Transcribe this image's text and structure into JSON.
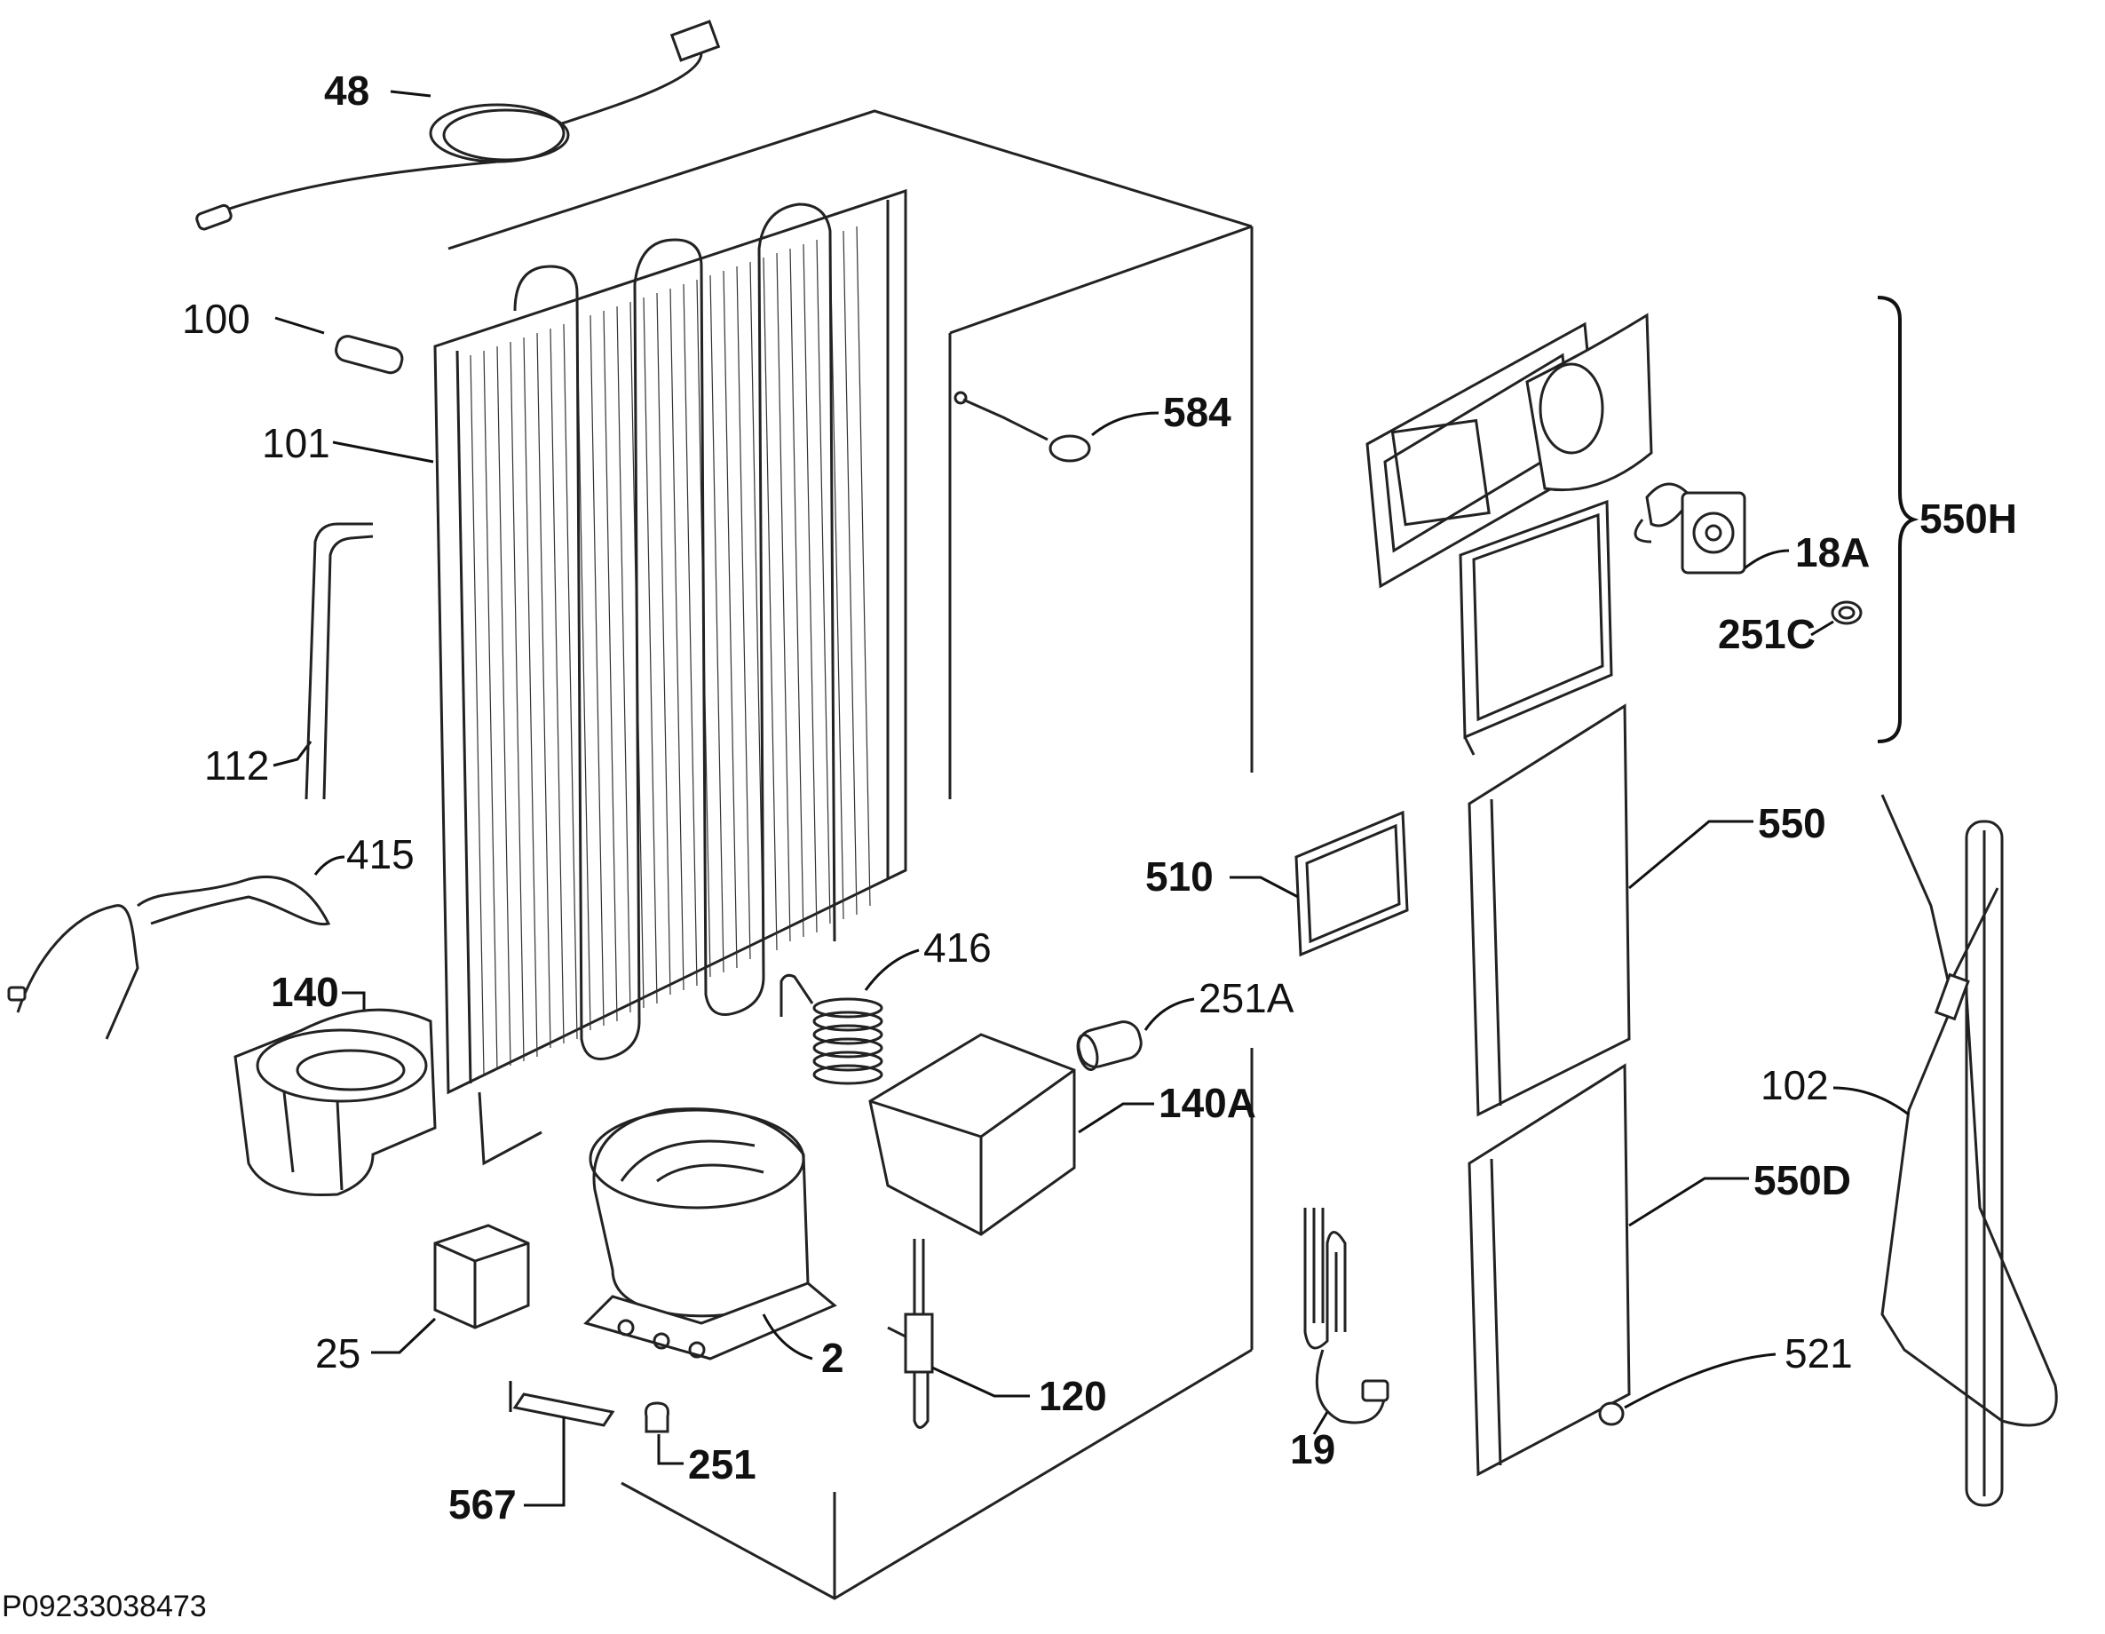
{
  "diagram_code": "P09233038473",
  "callouts": {
    "c48": "48",
    "c100": "100",
    "c101": "101",
    "c112": "112",
    "c415": "415",
    "c140": "140",
    "c25": "25",
    "c567": "567",
    "c251": "251",
    "c2": "2",
    "c120": "120",
    "c416": "416",
    "c140a": "140A",
    "c251a": "251A",
    "c584": "584",
    "c510": "510",
    "c19": "19",
    "c550h": "550H",
    "c18a": "18A",
    "c251c": "251C",
    "c550": "550",
    "c550d": "550D",
    "c521": "521",
    "c102": "102"
  }
}
